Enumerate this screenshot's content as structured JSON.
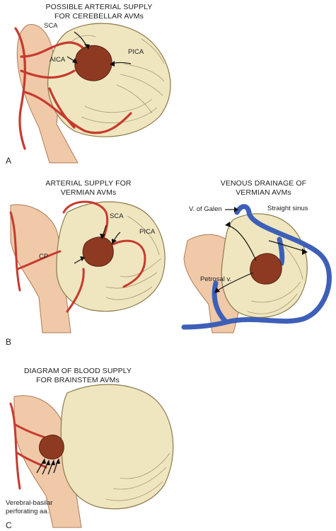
{
  "panel_a": {
    "letter": "A",
    "title_line1": "POSSIBLE ARTERIAL SUPPLY",
    "title_line2": "FOR CEREBELLAR AVMs",
    "labels": {
      "sca": "SCA",
      "aica": "AICA",
      "pica": "PICA"
    }
  },
  "panel_b_left": {
    "letter": "B",
    "title_line1": "ARTERIAL SUPPLY FOR",
    "title_line2": "VERMIAN  AVMs",
    "labels": {
      "sca": "SCA",
      "pica": "PICA",
      "cp": "CP"
    }
  },
  "panel_b_right": {
    "title_line1": "VENOUS DRAINAGE OF",
    "title_line2": "VERMIAN  AVMs",
    "labels": {
      "galen": "V. of Galen",
      "straight_sinus": "Straight sinus",
      "petrosal": "Petrosal v."
    }
  },
  "panel_c": {
    "letter": "C",
    "title_line1": "DIAGRAM OF BLOOD SUPPLY",
    "title_line2": "FOR BRAINSTEM AVMs",
    "labels": {
      "perforating_line1": "Verebral-basilar",
      "perforating_line2": "perforating aa."
    }
  },
  "colors": {
    "cerebellum": "#efe6c0",
    "cerebellum_line": "#8a7a4a",
    "brainstem": "#f0c9a8",
    "artery": "#c8392e",
    "avm": "#8e3a22",
    "vein": "#3d5fb8"
  }
}
